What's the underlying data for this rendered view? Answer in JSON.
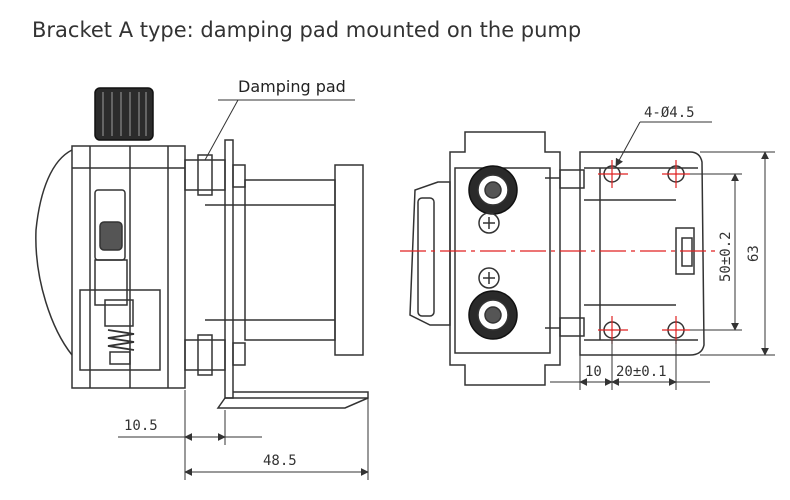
{
  "title": "Bracket A type: damping pad mounted on the pump",
  "callouts": {
    "damping_pad": "Damping pad",
    "holes": "4-Ø4.5"
  },
  "dimensions": {
    "side_offset": "10.5",
    "side_total": "48.5",
    "hole_spacing_v": "50±0.2",
    "bracket_height": "63",
    "edge_to_hole": "10",
    "hole_spacing_h": "20±0.1"
  },
  "colors": {
    "line": "#333333",
    "centerline": "#e02020",
    "text": "#333333"
  },
  "icons": {
    "side_view": "pump-side-view",
    "front_view": "pump-front-view"
  }
}
